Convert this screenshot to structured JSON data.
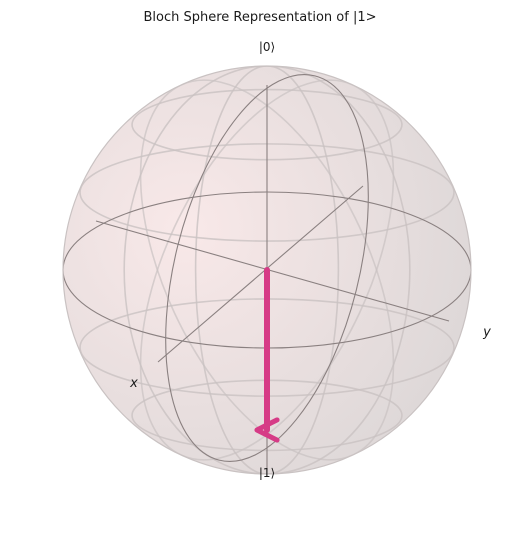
{
  "chart_data": {
    "type": "bloch_sphere",
    "title": "Bloch Sphere Representation of |1>",
    "labels": {
      "north": "|0⟩",
      "south": "|1⟩",
      "x_axis": "x",
      "y_axis": "y"
    },
    "state_vector": {
      "state": "|1>",
      "x": 0,
      "y": 0,
      "z": -1
    },
    "colors": {
      "vector": "#d63b86",
      "sphere_fill_left": "#f8e6e6",
      "sphere_fill_right": "#d9d3d3",
      "wire_major": "#8a8080",
      "wire_minor": "#c9c2c2"
    }
  }
}
